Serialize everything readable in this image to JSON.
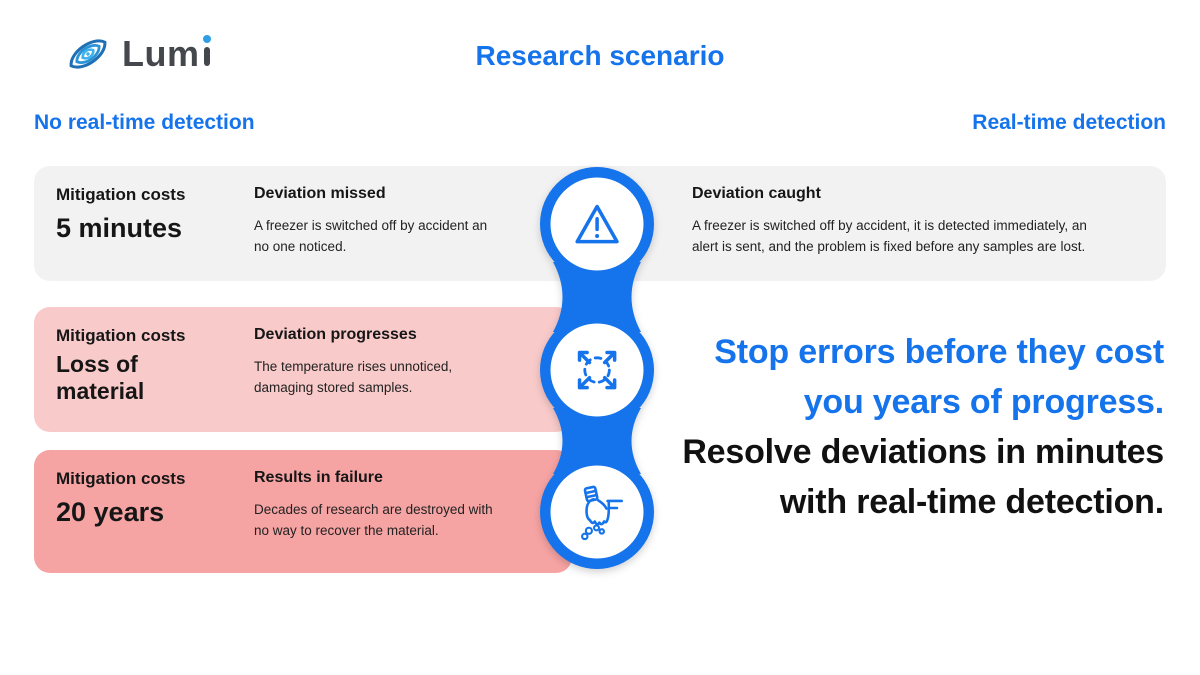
{
  "brand": {
    "name_prefix": "Lum",
    "logo_icon": "lumi-swirl-icon"
  },
  "header": {
    "title": "Research scenario"
  },
  "columns": {
    "left_heading": "No real-time detection",
    "right_heading": "Real-time detection"
  },
  "rows": [
    {
      "left": {
        "label": "Mitigation costs",
        "value": "5 minutes",
        "title": "Deviation missed",
        "body": "A freezer is switched off by accident an\nno one noticed."
      },
      "icon": "warning-triangle-icon",
      "right": {
        "title": "Deviation caught",
        "body": "A freezer is switched off by accident, it is detected immediately, an\nalert is sent, and the problem is fixed before any samples are lost."
      }
    },
    {
      "left": {
        "label": "Mitigation costs",
        "value": "Loss of\nmaterial",
        "title": "Deviation progresses",
        "body": "The temperature rises unnoticed,\ndamaging stored samples."
      },
      "icon": "expand-arrows-icon"
    },
    {
      "left": {
        "label": "Mitigation costs",
        "value": "20 years",
        "title": "Results in failure",
        "body": "Decades of research are destroyed with\nno way to recover the material."
      },
      "icon": "crushing-hand-icon"
    }
  ],
  "callout": {
    "highlight": "Stop errors before they cost you years of progress.",
    "rest": "Resolve deviations in minutes with real-time detection."
  },
  "colors": {
    "accent_blue": "#1573eb",
    "card_gray": "#f2f2f2",
    "card_pink_light": "#f9caca",
    "card_pink": "#f6a3a3",
    "logo_text_gray": "#44474c",
    "logo_dot_blue": "#2e9fe6"
  }
}
